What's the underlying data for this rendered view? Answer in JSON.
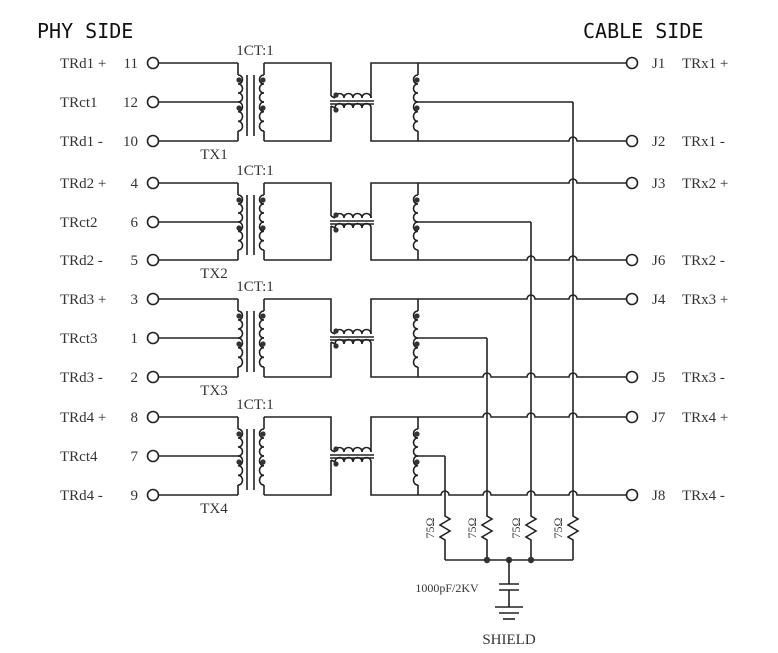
{
  "headers": {
    "left": "PHY SIDE",
    "right": "CABLE SIDE"
  },
  "channels": [
    {
      "transformer": "TX1",
      "ratio": "1CT:1",
      "phy": [
        {
          "name": "TRd1 +",
          "pin": "11"
        },
        {
          "name": "TRct1",
          "pin": "12"
        },
        {
          "name": "TRd1 -",
          "pin": "10"
        }
      ],
      "cable": [
        {
          "pin": "J1",
          "name": "TRx1 +"
        },
        {
          "pin": "J2",
          "name": "TRx1 -"
        }
      ]
    },
    {
      "transformer": "TX2",
      "ratio": "1CT:1",
      "phy": [
        {
          "name": "TRd2 +",
          "pin": "4"
        },
        {
          "name": "TRct2",
          "pin": "6"
        },
        {
          "name": "TRd2 -",
          "pin": "5"
        }
      ],
      "cable": [
        {
          "pin": "J3",
          "name": "TRx2 +"
        },
        {
          "pin": "J6",
          "name": "TRx2 -"
        }
      ]
    },
    {
      "transformer": "TX3",
      "ratio": "1CT:1",
      "phy": [
        {
          "name": "TRd3 +",
          "pin": "3"
        },
        {
          "name": "TRct3",
          "pin": "1"
        },
        {
          "name": "TRd3 -",
          "pin": "2"
        }
      ],
      "cable": [
        {
          "pin": "J4",
          "name": "TRx3 +"
        },
        {
          "pin": "J5",
          "name": "TRx3 -"
        }
      ]
    },
    {
      "transformer": "TX4",
      "ratio": "1CT:1",
      "phy": [
        {
          "name": "TRd4 +",
          "pin": "8"
        },
        {
          "name": "TRct4",
          "pin": "7"
        },
        {
          "name": "TRd4 -",
          "pin": "9"
        }
      ],
      "cable": [
        {
          "pin": "J7",
          "name": "TRx4 +"
        },
        {
          "pin": "J8",
          "name": "TRx4 -"
        }
      ]
    }
  ],
  "resistors": [
    "75Ω",
    "75Ω",
    "75Ω",
    "75Ω"
  ],
  "capacitor": "1000pF/2KV",
  "ground": "SHIELD"
}
